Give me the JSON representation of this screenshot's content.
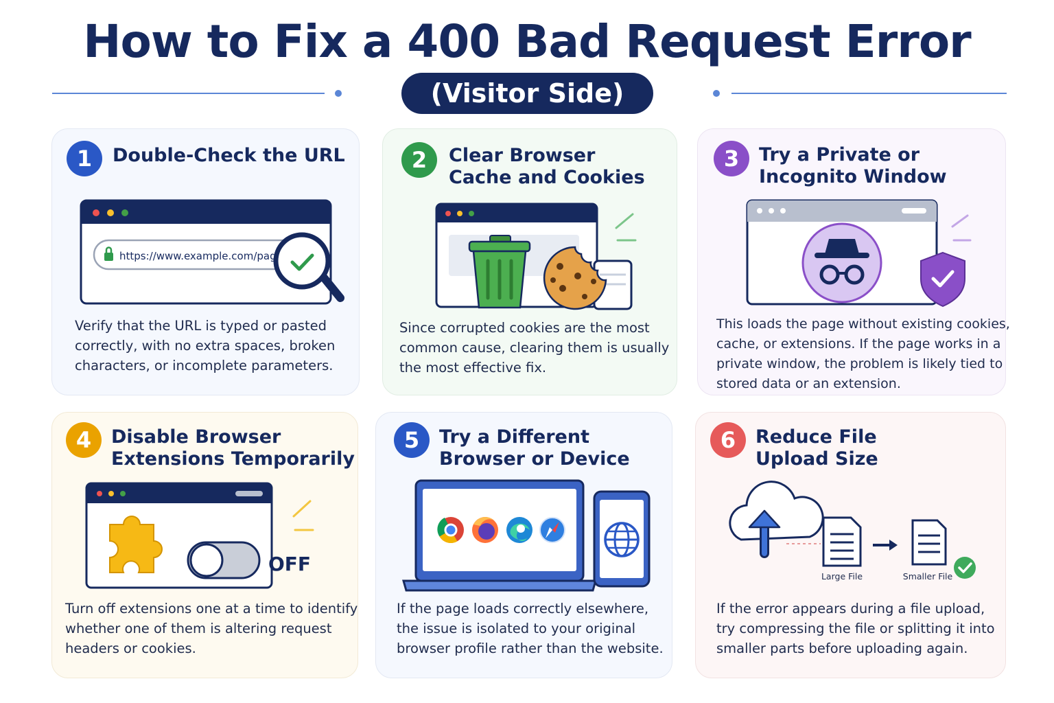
{
  "title": "How to Fix a 400 Bad Request Error",
  "subtitle": "(Visitor Side)",
  "colors": {
    "navy": "#16295e",
    "blue": "#2a58c6",
    "green": "#2f9a4c",
    "purple": "#8a4fc8",
    "orange": "#eaa200",
    "red": "#e65a5a"
  },
  "steps": [
    {
      "number": "1",
      "title_lines": [
        "Double-Check the URL"
      ],
      "url_text": "https://www.example.com/page",
      "desc_lines": [
        "Verify that the URL is typed or pasted",
        "correctly, with no extra spaces, broken",
        "characters, or incomplete parameters."
      ],
      "icons": [
        "browser-window-icon",
        "lock-icon",
        "magnifier-check-icon"
      ]
    },
    {
      "number": "2",
      "title_lines": [
        "Clear Browser",
        "Cache and Cookies"
      ],
      "desc_lines": [
        "Since corrupted cookies are the most",
        "common cause, clearing them is usually",
        "the most effective fix."
      ],
      "icons": [
        "browser-window-icon",
        "trash-can-icon",
        "cookie-icon"
      ]
    },
    {
      "number": "3",
      "title_lines": [
        "Try a Private or",
        "Incognito Window"
      ],
      "desc_lines": [
        "This loads the page without existing cookies,",
        "cache, or extensions. If the page works in a",
        "private window, the problem is likely tied to",
        "stored data or an extension."
      ],
      "icons": [
        "browser-window-icon",
        "incognito-icon",
        "shield-check-icon"
      ]
    },
    {
      "number": "4",
      "title_lines": [
        "Disable Browser",
        "Extensions Temporarily"
      ],
      "toggle_label": "OFF",
      "desc_lines": [
        "Turn off extensions one at a time to identify",
        "whether one of them is altering request",
        "headers or cookies."
      ],
      "icons": [
        "browser-window-icon",
        "puzzle-piece-icon",
        "toggle-switch-icon"
      ]
    },
    {
      "number": "5",
      "title_lines": [
        "Try a Different",
        "Browser or Device"
      ],
      "desc_lines": [
        "If the page loads correctly elsewhere,",
        "the issue is isolated to your original",
        "browser profile rather than the website."
      ],
      "icons": [
        "laptop-icon",
        "chrome-icon",
        "firefox-icon",
        "edge-icon",
        "safari-icon",
        "phone-globe-icon"
      ]
    },
    {
      "number": "6",
      "title_lines": [
        "Reduce File",
        "Upload Size"
      ],
      "large_file_label": "Large File",
      "small_file_label": "Smaller File",
      "desc_lines": [
        "If the error appears during a file upload,",
        "try compressing the file or splitting it into",
        "smaller parts before uploading again."
      ],
      "icons": [
        "cloud-upload-icon",
        "file-icon",
        "arrow-right-icon",
        "check-circle-icon"
      ]
    }
  ]
}
